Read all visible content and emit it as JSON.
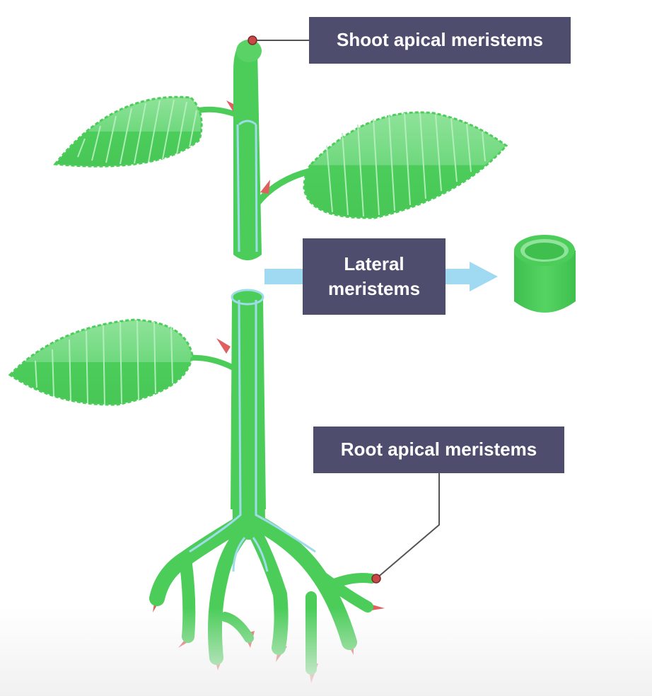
{
  "labels": {
    "shoot": "Shoot apical meristems",
    "lateral_line1": "Lateral",
    "lateral_line2": "meristems",
    "root": "Root apical meristems"
  },
  "colors": {
    "label_bg": "#4f4d6e",
    "label_text": "#ffffff",
    "plant_green": "#4ccd5a",
    "leaf_dark": "#4ccd5a",
    "leaf_light": "#8fe39a",
    "vascular": "#9fdcea",
    "tip_red": "#e06060",
    "arrow": "#9fd9f2",
    "pointer_dot": "#c84848"
  }
}
